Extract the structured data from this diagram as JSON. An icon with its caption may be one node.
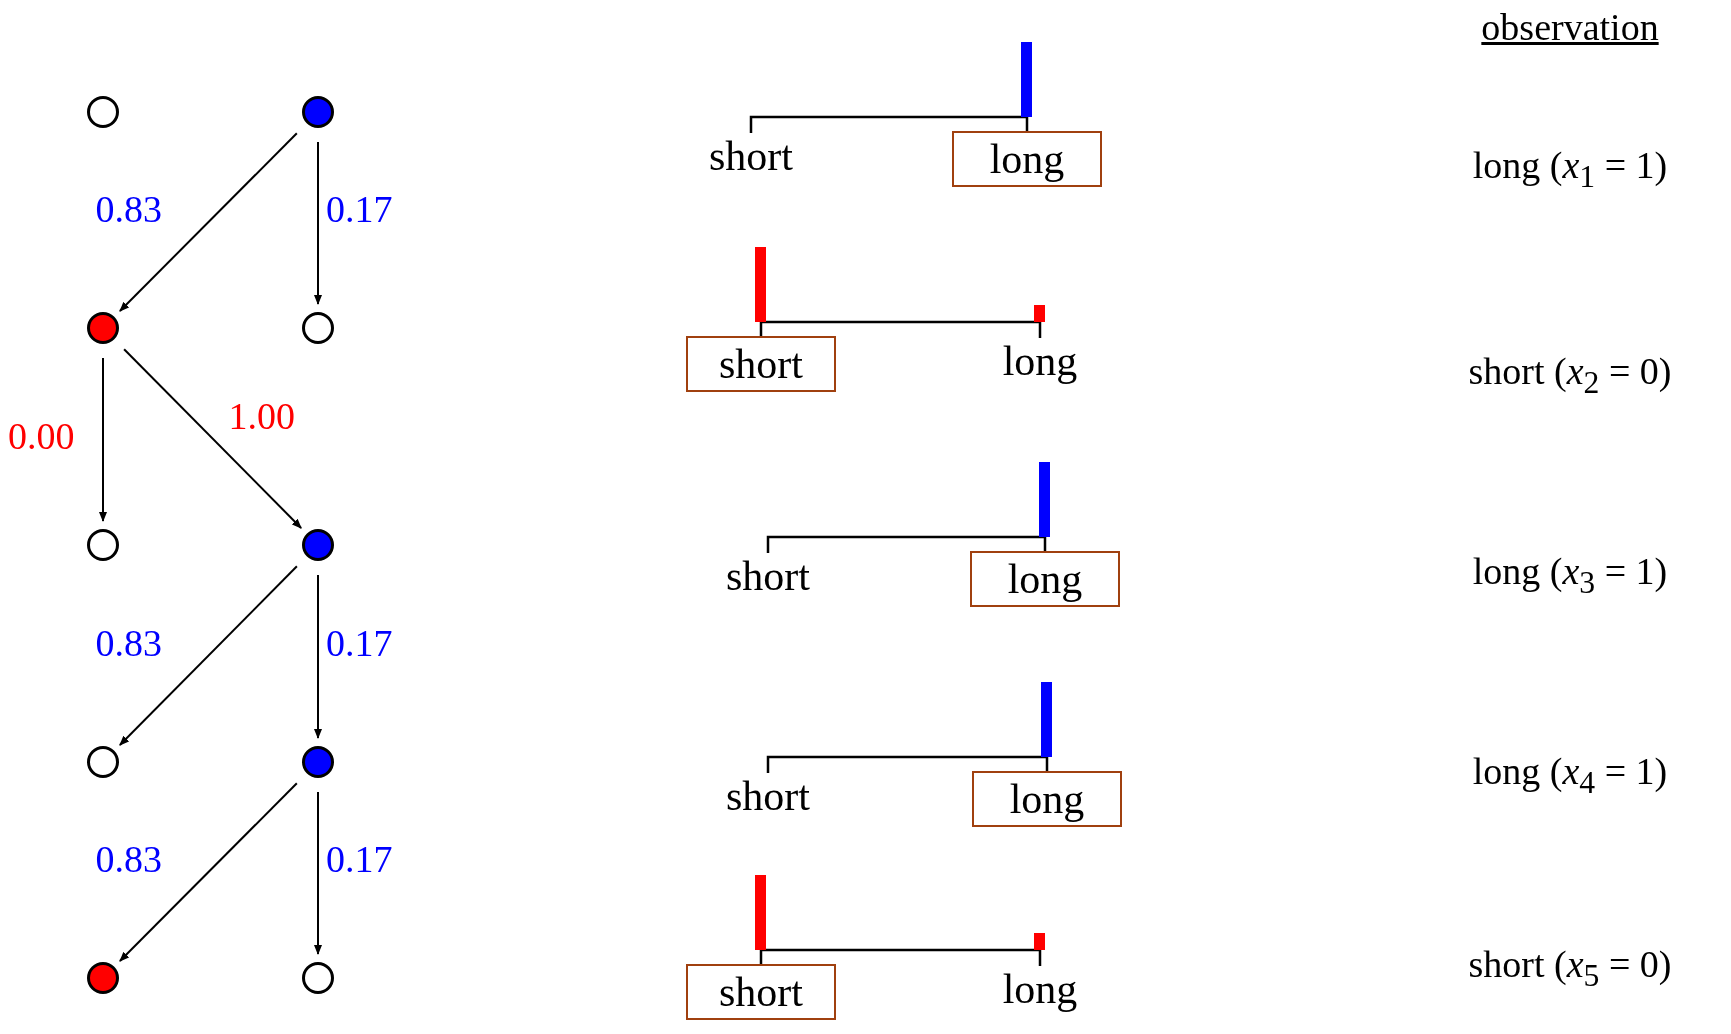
{
  "diagram": {
    "nodes": [
      {
        "text": [],
        "shape": "circle"
      },
      {
        "text": [],
        "shape": "circle"
      },
      {
        "text": [],
        "shape": "circle"
      },
      {
        "text": [],
        "shape": "circle"
      },
      {
        "text": [],
        "shape": "circle"
      },
      {
        "text": [],
        "shape": "circle"
      },
      {
        "text": [],
        "shape": "circle"
      },
      {
        "text": [],
        "shape": "circle"
      },
      {
        "text": [],
        "shape": "circle"
      },
      {
        "text": [],
        "shape": "circle"
      },
      {
        "text": [
          "long"
        ]
      },
      {
        "text": [
          "short"
        ]
      },
      {
        "text": [
          "long"
        ]
      },
      {
        "text": [
          "long"
        ]
      },
      {
        "text": [
          "short"
        ]
      }
    ],
    "edges": [
      {
        "from": 1,
        "to": 2,
        "arrow": "to",
        "label": "0.83"
      },
      {
        "from": 1,
        "to": 3,
        "arrow": "to",
        "label": "0.17"
      },
      {
        "from": 2,
        "to": 4,
        "arrow": "to",
        "label": "0.00"
      },
      {
        "from": 2,
        "to": 5,
        "arrow": "to",
        "label": "1.00"
      },
      {
        "from": 5,
        "to": 6,
        "arrow": "to",
        "label": "0.83"
      },
      {
        "from": 5,
        "to": 7,
        "arrow": "to",
        "label": "0.17"
      },
      {
        "from": 7,
        "to": 8,
        "arrow": "to",
        "label": "0.83"
      },
      {
        "from": 7,
        "to": 9,
        "arrow": "to",
        "label": "0.17"
      }
    ],
    "labels": [
      "observation",
      "short",
      "long (*x*$_{1}$ = 1)",
      "long",
      "short (*x*$_{2}$ = 0)",
      "short",
      "long (*x*$_{3}$ = 1)",
      "short",
      "long (*x*$_{4}$ = 1)",
      "long",
      "short (*x*$_{5}$ = 0)"
    ]
  }
}
